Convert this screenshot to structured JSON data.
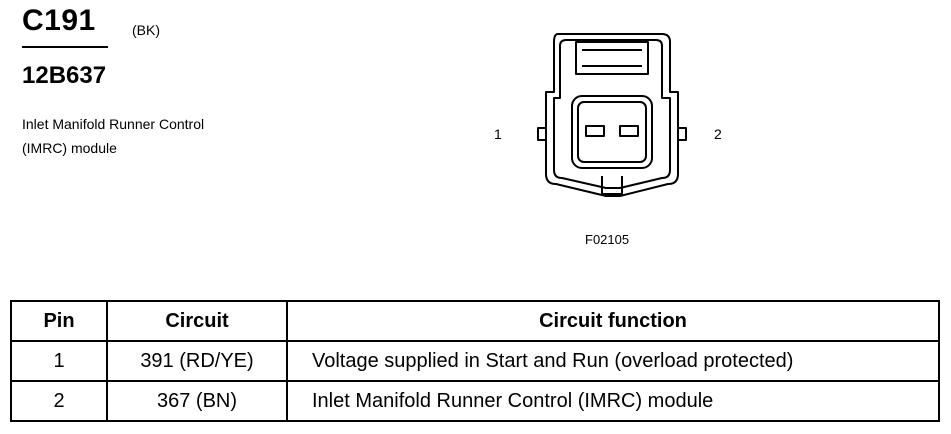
{
  "header": {
    "connector_id": "C191",
    "color_code": "(BK)",
    "part_number": "12B637",
    "description_line1": "Inlet Manifold Runner Control",
    "description_line2": "(IMRC) module"
  },
  "diagram": {
    "pin_left_label": "1",
    "pin_right_label": "2",
    "figure_id": "F02105"
  },
  "table": {
    "headers": [
      "Pin",
      "Circuit",
      "Circuit function"
    ],
    "rows": [
      {
        "pin": "1",
        "circuit": "391 (RD/YE)",
        "function": "Voltage supplied in Start and Run (overload protected)"
      },
      {
        "pin": "2",
        "circuit": "367 (BN)",
        "function": "Inlet Manifold Runner Control (IMRC) module"
      }
    ]
  }
}
